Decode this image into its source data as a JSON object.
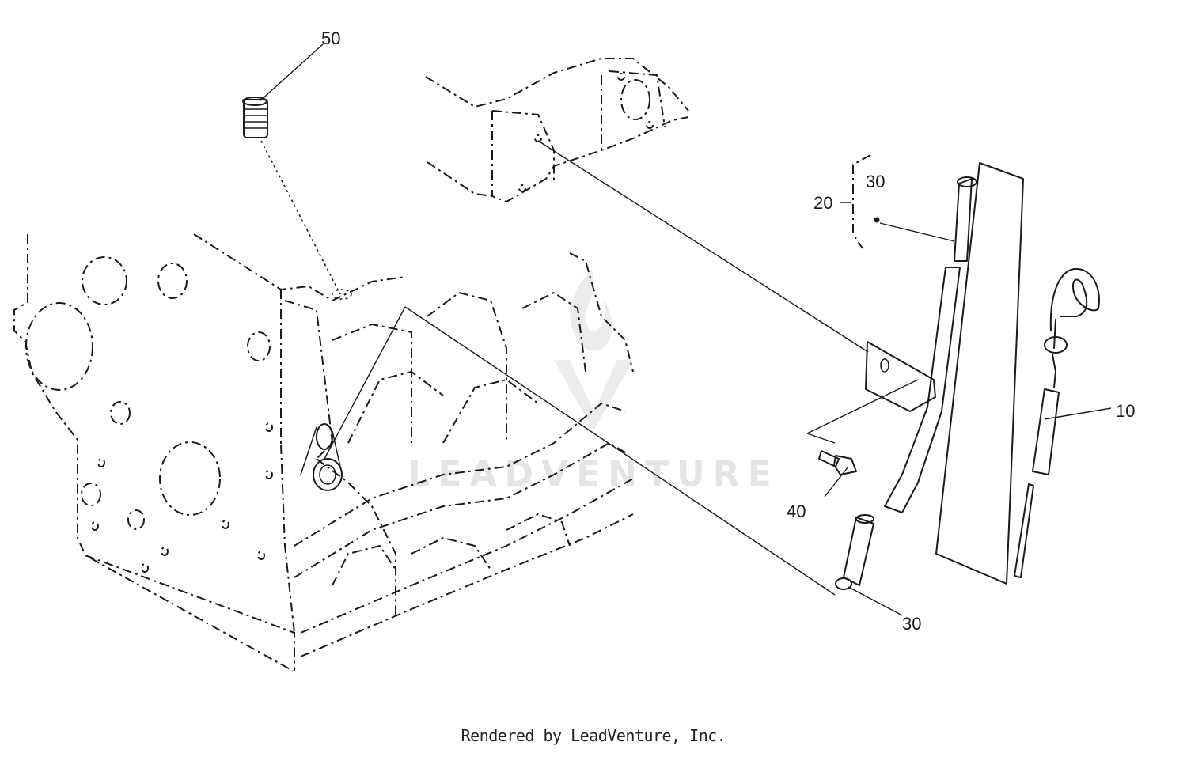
{
  "callouts": {
    "c50": "50",
    "c30_top": "30",
    "c20": "20",
    "c10": "10",
    "c40": "40",
    "c30_bottom": "30"
  },
  "watermark": "LEADVENTURE",
  "footer": "Rendered by LeadVenture, Inc."
}
